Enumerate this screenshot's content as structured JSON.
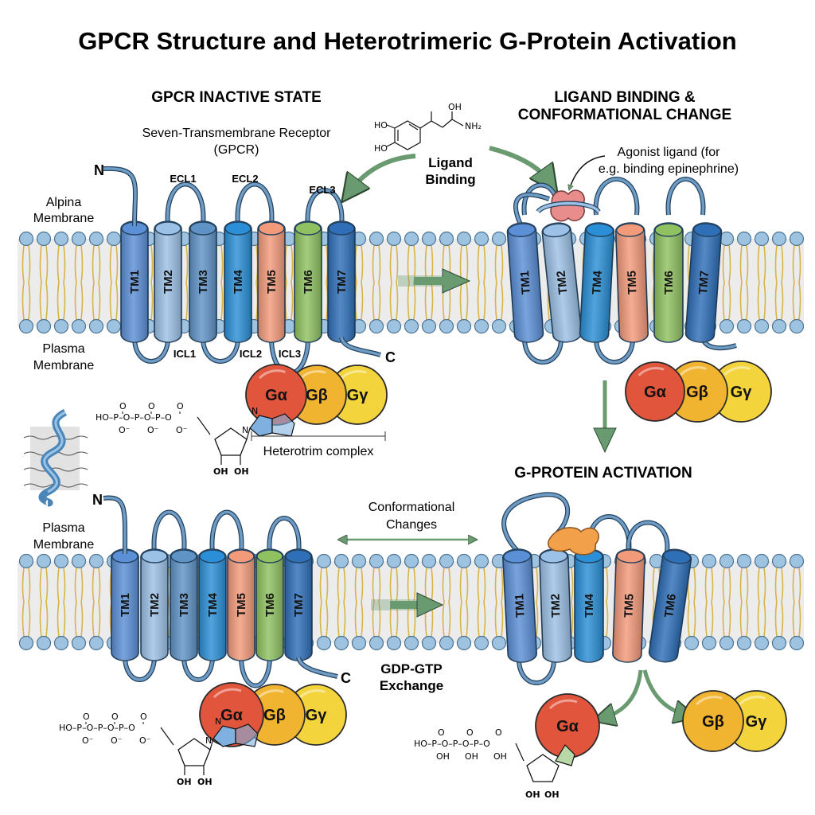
{
  "title": "GPCR Structure and Heterotrimeric G-Protein Activation",
  "panels": {
    "inactive": {
      "header": "GPCR INACTIVE STATE",
      "subtitle_line1": "Seven-Transmembrane Receptor",
      "subtitle_line2": "(GPCR)",
      "n_term": "N",
      "c_term": "C",
      "membrane_top_line1": "Alpina",
      "membrane_top_line2": "Membrane",
      "membrane_bottom_line1": "Plasma",
      "membrane_bottom_line2": "Membrane",
      "helices": [
        "TM1",
        "TM2",
        "TM3",
        "TM4",
        "TM5",
        "TM6",
        "TM7"
      ],
      "ecl": [
        "ECL1",
        "ECL2",
        "ECL3"
      ],
      "icl": [
        "ICL1",
        "ICL2",
        "ICL3"
      ],
      "complex_label": "Heterotrim complex"
    },
    "binding": {
      "header_line1": "LIGAND BINDING &",
      "header_line2": "CONFORMATIONAL CHANGE",
      "ligand_line1": "Ligand",
      "ligand_line2": "Binding",
      "agonist_line1": "Agonist ligand (for",
      "agonist_line2": "e.g. binding epinephrine)",
      "helices": [
        "TM1",
        "TM2",
        "TM4",
        "TM5",
        "TM6",
        "TM7"
      ]
    },
    "bottom_left": {
      "n_term": "N",
      "c_term": "C",
      "membrane_line1": "Plasma",
      "membrane_line2": "Membrane",
      "helices": [
        "TM1",
        "TM2",
        "TM3",
        "TM4",
        "TM5",
        "TM6",
        "TM7"
      ],
      "conf_line1": "Conformational",
      "conf_line2": "Changes",
      "exchange_line1": "GDP-GTP",
      "exchange_line2": "Exchange"
    },
    "activation": {
      "header": "G-PROTEIN ACTIVATION",
      "helices": [
        "TM1",
        "TM2",
        "TM4",
        "TM5",
        "TM6"
      ]
    }
  },
  "gprotein": {
    "alpha": "Gα",
    "beta": "Gβ",
    "gamma": "Gγ"
  },
  "chem": {
    "ho": "HO",
    "nh2": "NH₂",
    "oh": "OH",
    "p": "P",
    "o": "O",
    "n": "N",
    "triphosphate": "HO–P–O–P–O–P–O",
    "phosphate_o": "O",
    "phosphate_minus": "O⁻",
    "ribose_oh": "OH",
    "ho_prefix": "HO–"
  },
  "colors": {
    "tm": [
      "#5b8fd6",
      "#9cc1e6",
      "#5f93c6",
      "#2a8fd6",
      "#f29a7a",
      "#8fc160",
      "#2e6fb8"
    ],
    "g_alpha": "#e0553c",
    "g_beta": "#f0b431",
    "g_gamma": "#f3d43d",
    "lipid_head": "#9ec3e0",
    "lipid_tail": "#d8b348",
    "arrow": "#6a9a70"
  }
}
